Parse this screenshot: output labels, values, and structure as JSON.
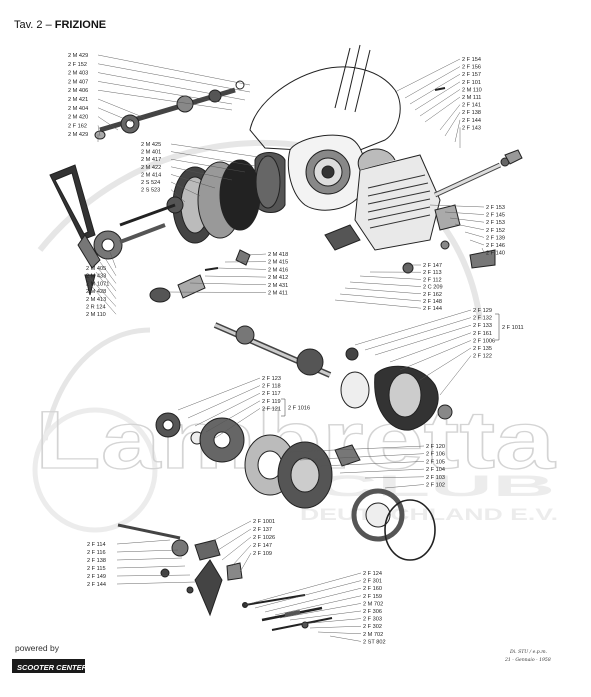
{
  "title": {
    "prefix": "Tav. 2 – ",
    "name": "FRIZIONE"
  },
  "watermark": {
    "line1": "Lambretta",
    "line2": "CLUB",
    "line3": "DEUTSCHLAND E.V."
  },
  "footer": {
    "powered": "powered by",
    "brand": "SCOOTER CENTER",
    "sig1": "Di. STU / e.p.m.",
    "sig2": "21 - Gennaio - 1958"
  },
  "groups": [
    {
      "id": "g1",
      "items": [
        "2 M 429",
        "2 F 152",
        "2 M 403",
        "2 M 407",
        "2 M 406",
        "2 M 421",
        "2 M 404",
        "2 M 420",
        "2 F 162",
        "2 M 429"
      ]
    },
    {
      "id": "g2",
      "items": [
        "2 M 425",
        "2 M 401",
        "2 M 417",
        "2 M 422",
        "2 M 414",
        "2 S 524",
        "2 S 523"
      ]
    },
    {
      "id": "g3",
      "items": [
        "2 M 405",
        "2 M 433",
        "2 M 1071",
        "2 M 428",
        "2 M 413",
        "2 R 124",
        "2 M 110"
      ]
    },
    {
      "id": "g4",
      "items": [
        "2 M 418",
        "2 M 415",
        "2 M 416",
        "2 M 412",
        "2 M 431",
        "2 M 411"
      ]
    },
    {
      "id": "g5",
      "items": [
        "2 F 154",
        "2 F 156",
        "2 F 157",
        "2 F 101",
        "2 M 110",
        "2 M 111",
        "2 F 141",
        "2 F 138",
        "2 F 144",
        "2 F 143"
      ]
    },
    {
      "id": "g6",
      "items": [
        "2 F 153",
        "2 F 145",
        "2 F 153",
        "2 F 152",
        "2 F 139",
        "2 F 146",
        "2 F 140"
      ]
    },
    {
      "id": "g7",
      "items": [
        "2 F 147",
        "2 F 113",
        "2 F 112",
        "2 C 209",
        "2 F 162",
        "2 F 148",
        "2 F 144"
      ]
    },
    {
      "id": "g8",
      "items": [
        "2 F 129",
        "2 F 132",
        "2 F 133",
        "2 F 161",
        "2 F 1006",
        "2 F 135",
        "2 F 122"
      ],
      "bracket": "2 F 1011"
    },
    {
      "id": "g9",
      "items": [
        "2 F 123",
        "2 F 118",
        "2 F 117",
        "2 F 119",
        "2 F 121"
      ],
      "bracket": "2 F 1016"
    },
    {
      "id": "g10",
      "items": [
        "2 F 120",
        "2 F 106",
        "2 F 105",
        "2 F 104",
        "2 F 103",
        "2 F 102"
      ]
    },
    {
      "id": "g11",
      "items": [
        "2 F 1001",
        "2 F 137",
        "2 F 1026",
        "2 F 147",
        "2 F 109"
      ]
    },
    {
      "id": "g12",
      "items": [
        "2 F 114",
        "2 F 116",
        "2 F 138",
        "2 F 115",
        "2 F 149",
        "2 F 144"
      ]
    },
    {
      "id": "g13",
      "items": [
        "2 F 124",
        "2 F 301",
        "2 F 160",
        "2 F 159",
        "2 M 702",
        "2 F 306",
        "2 F 303",
        "2 F 302",
        "2 M 702",
        "2 ST 802"
      ]
    }
  ]
}
